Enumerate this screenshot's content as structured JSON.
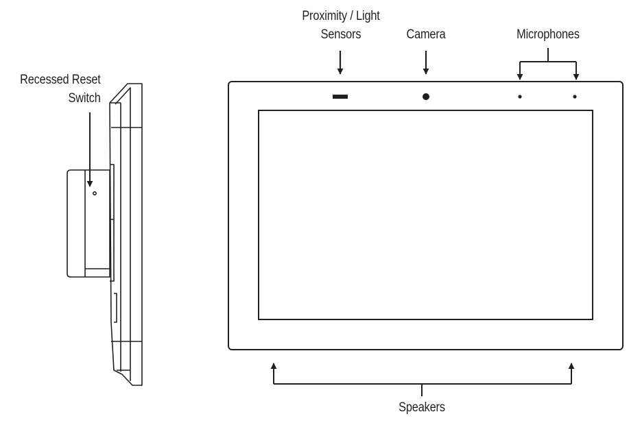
{
  "labels": {
    "reset_line1": "Recessed Reset",
    "reset_line2": "Switch",
    "sensor_line1": "Proximity / Light",
    "sensor_line2": "Sensors",
    "camera": "Camera",
    "microphones": "Microphones",
    "speakers": "Speakers"
  },
  "colors": {
    "ink": "#231f20",
    "background": "#ffffff"
  }
}
